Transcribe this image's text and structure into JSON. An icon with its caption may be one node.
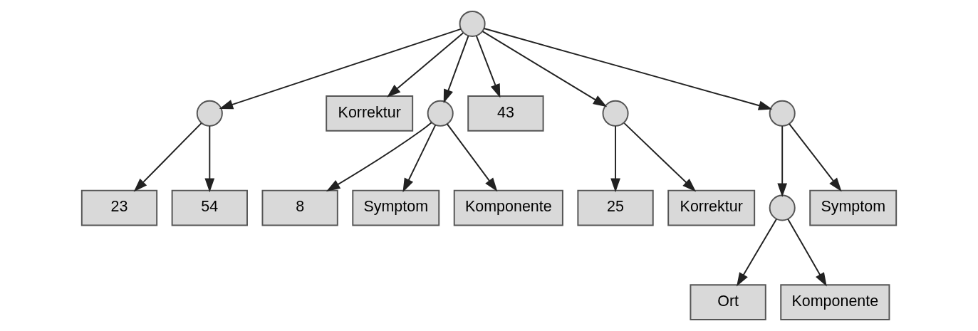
{
  "diagram": {
    "nodes": [
      {
        "text": [],
        "shape": "circle"
      },
      {
        "text": [],
        "shape": "circle"
      },
      {
        "text": [
          "Korrektur"
        ]
      },
      {
        "text": [],
        "shape": "circle"
      },
      {
        "text": [
          "43"
        ]
      },
      {
        "text": [],
        "shape": "circle"
      },
      {
        "text": [],
        "shape": "circle"
      },
      {
        "text": [],
        "shape": "circle"
      },
      {
        "text": [
          "Symptom"
        ]
      },
      {
        "text": [
          "23"
        ]
      },
      {
        "text": [
          "54"
        ]
      },
      {
        "text": [
          "8"
        ]
      },
      {
        "text": [
          "Symptom"
        ]
      },
      {
        "text": [
          "Komponente"
        ]
      },
      {
        "text": [
          "25"
        ]
      },
      {
        "text": [
          "Korrektur"
        ]
      },
      {
        "text": [
          "Ort"
        ]
      },
      {
        "text": [
          "Komponente"
        ]
      }
    ],
    "edges": [
      {
        "from": 0,
        "to": 1,
        "arrow": "to"
      },
      {
        "from": 0,
        "to": 2,
        "arrow": "to"
      },
      {
        "from": 0,
        "to": 3,
        "arrow": "to"
      },
      {
        "from": 0,
        "to": 4,
        "arrow": "to"
      },
      {
        "from": 0,
        "to": 5,
        "arrow": "to"
      },
      {
        "from": 0,
        "to": 6,
        "arrow": "to"
      },
      {
        "from": 1,
        "to": 9,
        "arrow": "to"
      },
      {
        "from": 1,
        "to": 10,
        "arrow": "to"
      },
      {
        "from": 3,
        "to": 11,
        "arrow": "to"
      },
      {
        "from": 3,
        "to": 12,
        "arrow": "to"
      },
      {
        "from": 3,
        "to": 13,
        "arrow": "to"
      },
      {
        "from": 5,
        "to": 14,
        "arrow": "to"
      },
      {
        "from": 5,
        "to": 15,
        "arrow": "to"
      },
      {
        "from": 6,
        "to": 7,
        "arrow": "to"
      },
      {
        "from": 6,
        "to": 8,
        "arrow": "to"
      },
      {
        "from": 7,
        "to": 16,
        "arrow": "to"
      },
      {
        "from": 7,
        "to": 17,
        "arrow": "to"
      }
    ]
  }
}
